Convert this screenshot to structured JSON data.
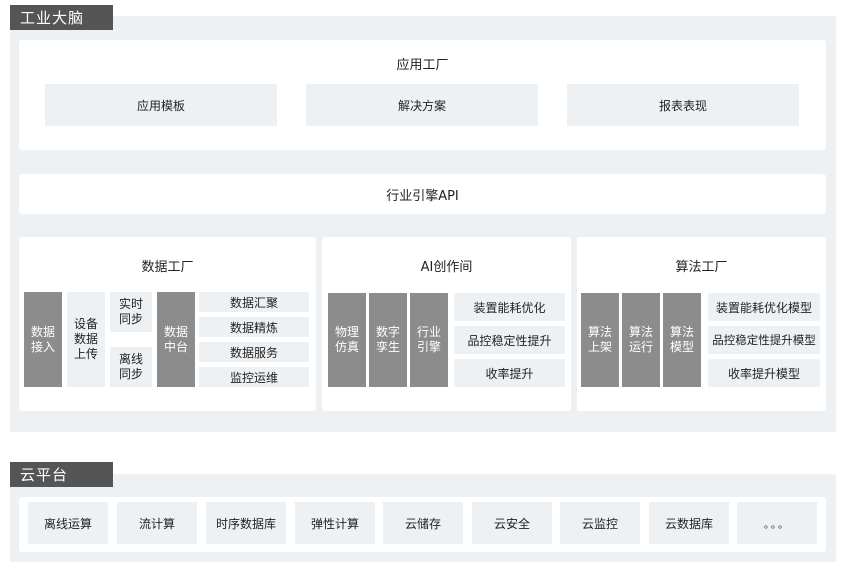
{
  "industrial_brain": {
    "tag": "工业大脑",
    "app_factory": {
      "title": "应用工厂",
      "items": [
        "应用模板",
        "解决方案",
        "报表表现"
      ]
    },
    "engine_api": "行业引擎API",
    "data_factory": {
      "title": "数据工厂",
      "access": "数据\n接入",
      "device_upload": "设备\n数据\n上传",
      "realtime_sync": "实时\n同步",
      "offline_sync": "离线\n同步",
      "data_middle": "数据\n中台",
      "services": [
        "数据汇聚",
        "数据精炼",
        "数据服务",
        "监控运维"
      ]
    },
    "ai_workshop": {
      "title": "AI创作间",
      "blocks": [
        "物理\n仿真",
        "数字\n孪生",
        "行业\n引擎"
      ],
      "items": [
        "装置能耗优化",
        "品控稳定性提升",
        "收率提升"
      ]
    },
    "algo_factory": {
      "title": "算法工厂",
      "blocks": [
        "算法\n上架",
        "算法\n运行",
        "算法\n模型"
      ],
      "items": [
        "装置能耗优化模型",
        "品控稳定性提升模型",
        "收率提升模型"
      ]
    }
  },
  "cloud_platform": {
    "tag": "云平台",
    "items": [
      "离线运算",
      "流计算",
      "时序数据库",
      "弹性计算",
      "云储存",
      "云安全",
      "云监控",
      "云数据库",
      "。。。"
    ]
  }
}
